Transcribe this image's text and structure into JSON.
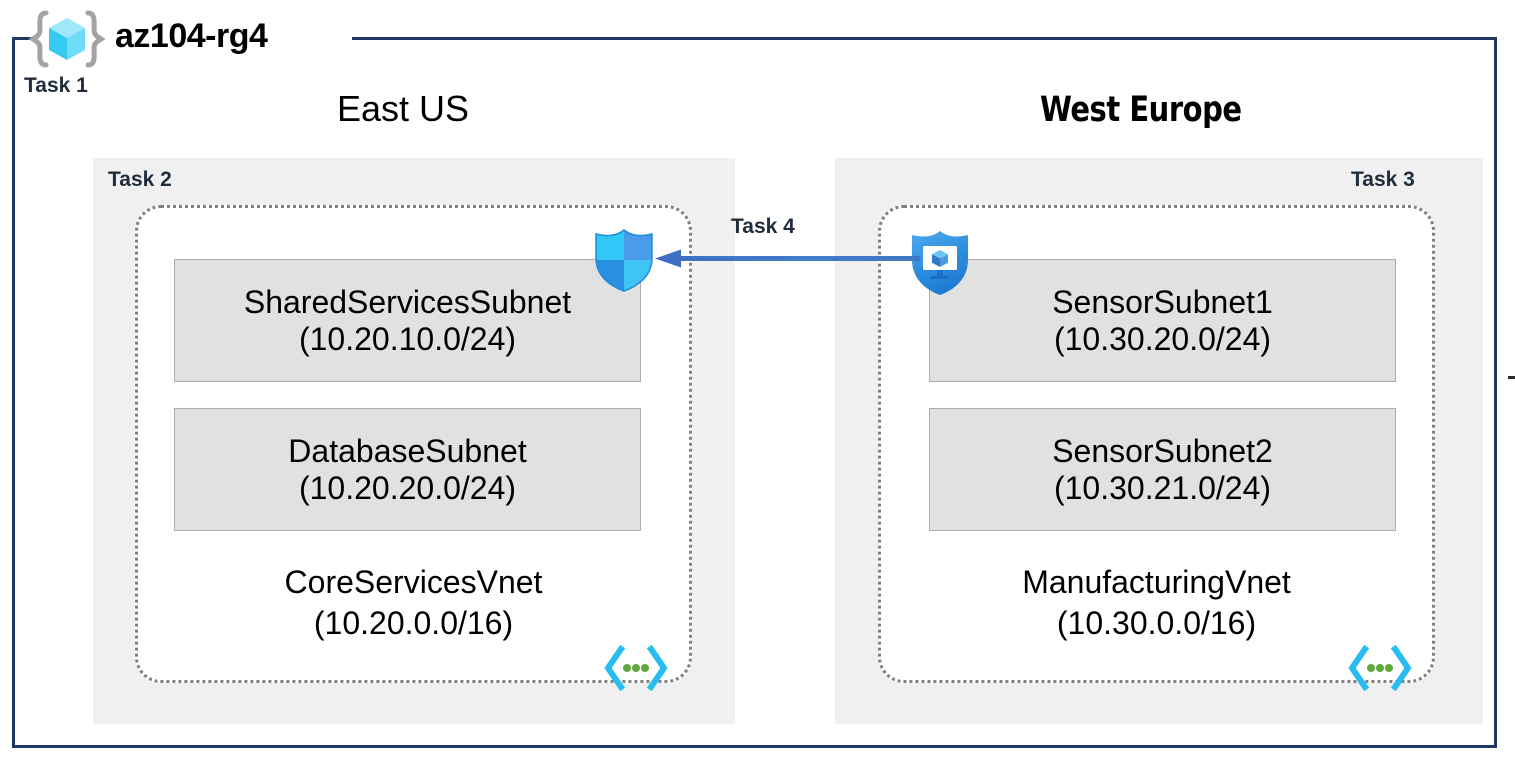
{
  "frame": {
    "title": "az104-rg4",
    "icon": "resource-group-icon",
    "task_label": "Task 1",
    "border_color": "#1F3864"
  },
  "regions": [
    {
      "name": "East US",
      "task_label": "Task 2",
      "vnet": {
        "name": "CoreServicesVnet",
        "cidr": "(10.20.0.0/16)",
        "icon": "virtual-network-icon",
        "subnets": [
          {
            "name": "SharedServicesSubnet",
            "cidr": "(10.20.10.0/24)"
          },
          {
            "name": "DatabaseSubnet",
            "cidr": "(10.20.20.0/24)"
          }
        ]
      }
    },
    {
      "name": "West Europe",
      "task_label": "Task 3",
      "vnet": {
        "name": "ManufacturingVnet",
        "cidr": "(10.30.0.0/16)",
        "icon": "virtual-network-icon",
        "subnets": [
          {
            "name": "SensorSubnet1",
            "cidr": "(10.30.20.0/24)"
          },
          {
            "name": "SensorSubnet2",
            "cidr": "(10.30.21.0/24)"
          }
        ]
      }
    }
  ],
  "connection": {
    "task_label": "Task 4",
    "direction": "right-to-left",
    "arrow_color": "#3E6FC0",
    "source_icon": "virtual-machine-shield-icon",
    "target_icon": "network-security-group-shield-icon"
  },
  "colors": {
    "frame_border": "#1F3864",
    "region_fill": "#F0F0F0",
    "subnet_fill": "#E1E1E1",
    "subnet_border": "#ADADAD",
    "vnet_border": "#808080",
    "task_text": "#1F2D3D",
    "azure_cyan": "#32C8F8",
    "azure_blue": "#2A8FE0",
    "vnet_glyph_green": "#5EA83C"
  }
}
